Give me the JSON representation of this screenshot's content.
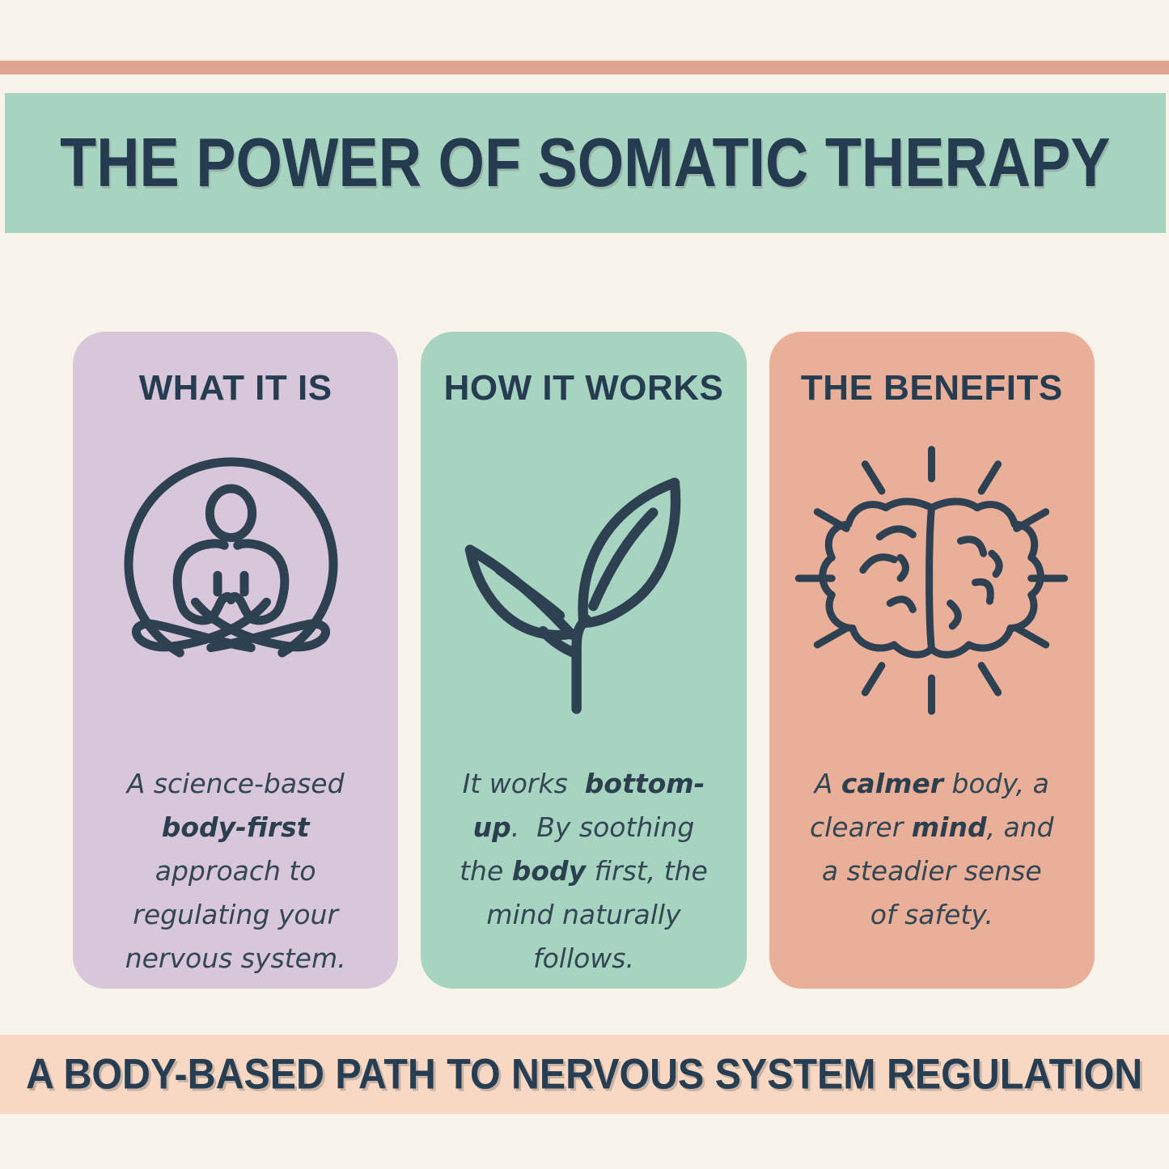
{
  "page": {
    "background_color": "#f8f3eb",
    "accent_navy": "#263c50"
  },
  "header": {
    "top_stripe_color": "#dfa48f",
    "banner_color": "#a7d4c1",
    "title": "THE POWER OF SOMATIC THERAPY"
  },
  "cards": [
    {
      "id": "what-it-is",
      "title": "WHAT IT IS",
      "bg": "#d8c7da",
      "icon": "meditation-icon",
      "body_html": "A science-based<br><b>body-first</b><br>approach to<br>regulating your<br>nervous system."
    },
    {
      "id": "how-it-works",
      "title": "HOW IT WORKS",
      "bg": "#a7d4c1",
      "icon": "sprout-icon",
      "body_html": "It works&nbsp; <b>bottom-</b><br><b>up</b>. &nbsp;By soothing<br>the <b>body</b> first, the<br>mind naturally<br>follows."
    },
    {
      "id": "the-benefits",
      "title": "THE BENEFITS",
      "bg": "#e9af99",
      "icon": "brain-icon",
      "body_html": "A <b>calmer</b> body, a<br>clearer <b>mind</b>, and<br>a steadier sense<br>of safety."
    }
  ],
  "footer": {
    "band_color": "#f8d8c2",
    "text": "A BODY-BASED PATH TO NERVOUS SYSTEM REGULATION"
  }
}
